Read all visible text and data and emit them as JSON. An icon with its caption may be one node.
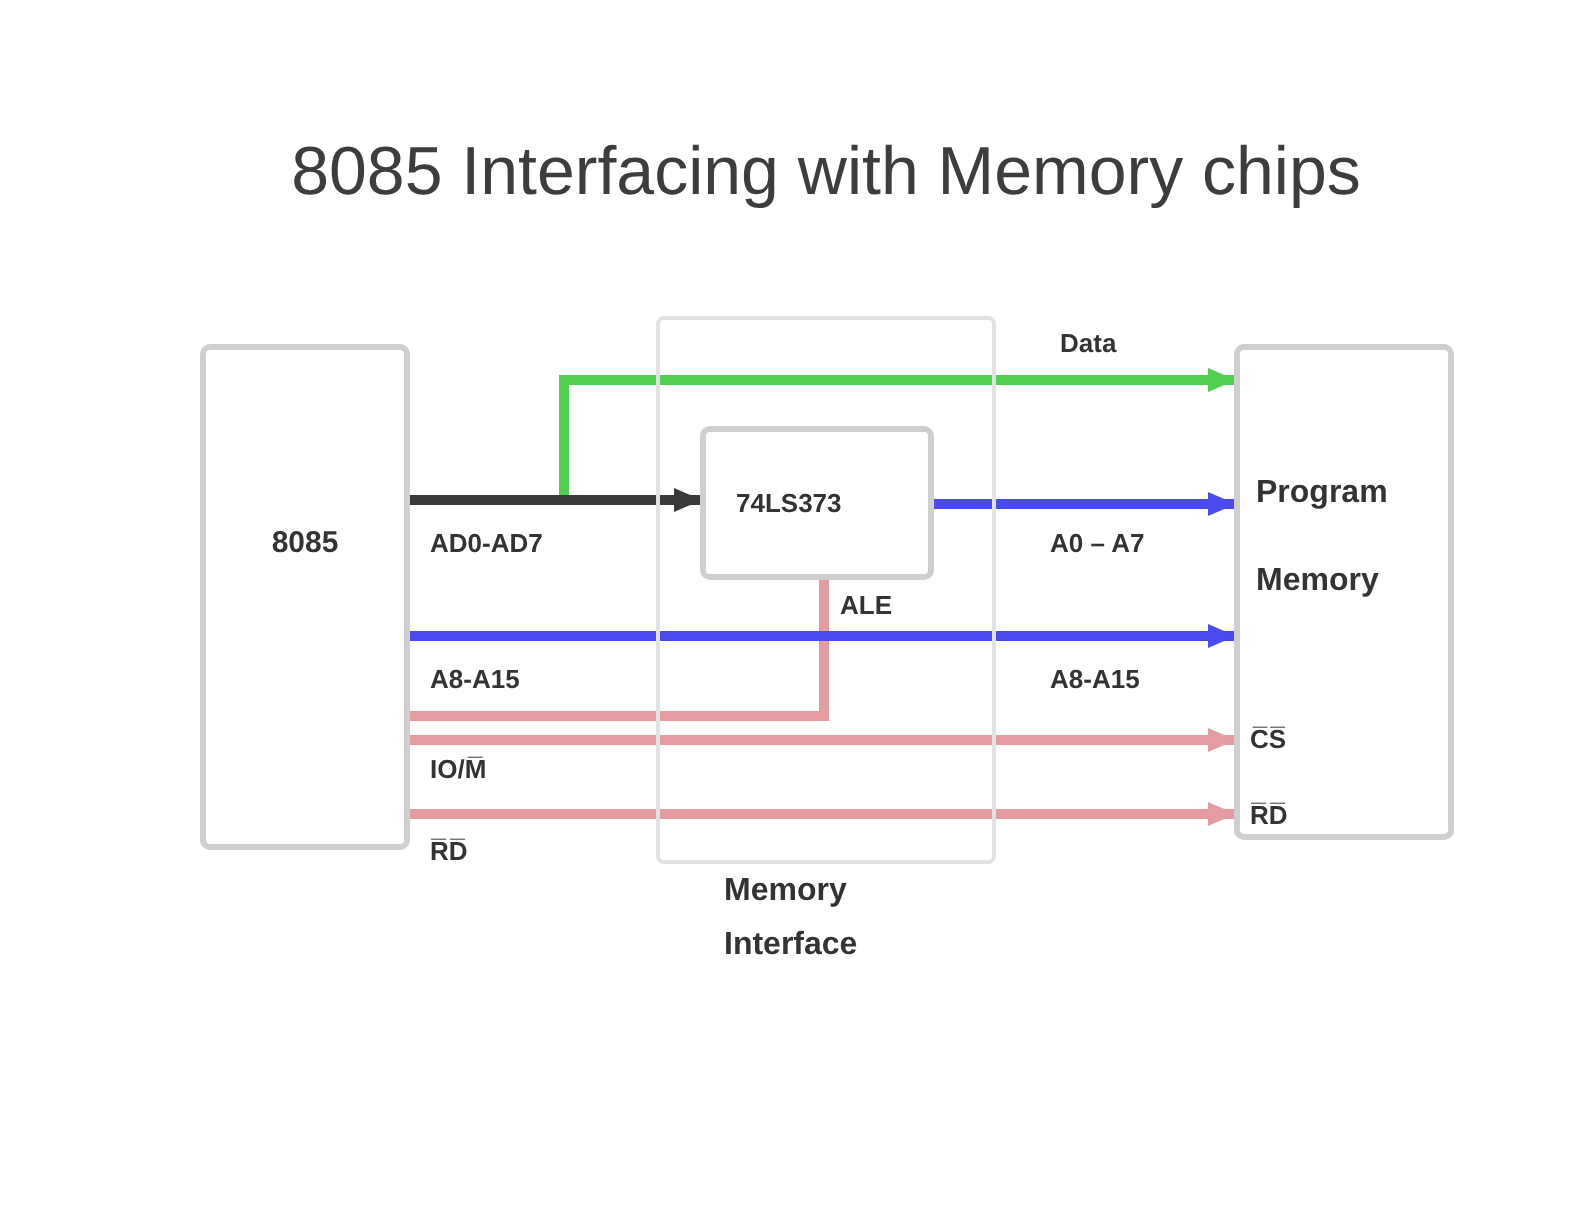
{
  "diagram": {
    "title": "8085 Interfacing with Memory chips",
    "nodes": [
      {
        "text": [
          "8085"
        ]
      },
      {
        "text": [
          "Memory Interface"
        ]
      },
      {
        "text": [
          "74LS373"
        ],
        "in": 1
      },
      {
        "text": [
          "Program Memory",
          "C̅S̅",
          "R̅D̅"
        ]
      }
    ],
    "edges": [
      {
        "from": 0,
        "to": 2,
        "arrow": "to",
        "label": "AD0-AD7",
        "color": "#3a3a3a"
      },
      {
        "from": 0,
        "to": 3,
        "arrow": "to",
        "label": "Data",
        "color": "#4fd04f"
      },
      {
        "from": 2,
        "to": 3,
        "arrow": "to",
        "label": "A0 – A7",
        "color": "#4a4aef"
      },
      {
        "from": 0,
        "to": 3,
        "arrow": "to",
        "label": "A8-A15",
        "color": "#4a4aef"
      },
      {
        "from": 0,
        "to": 2,
        "arrow": "none",
        "label": "ALE",
        "color": "#e39ca0"
      },
      {
        "from": 0,
        "to": 3,
        "arrow": "to",
        "label": "IO/M̅",
        "color": "#e39ca0"
      },
      {
        "from": 0,
        "to": 3,
        "arrow": "to",
        "label": "R̅D̅",
        "color": "#e39ca0"
      }
    ],
    "labels": [
      "A8-A15"
    ]
  }
}
